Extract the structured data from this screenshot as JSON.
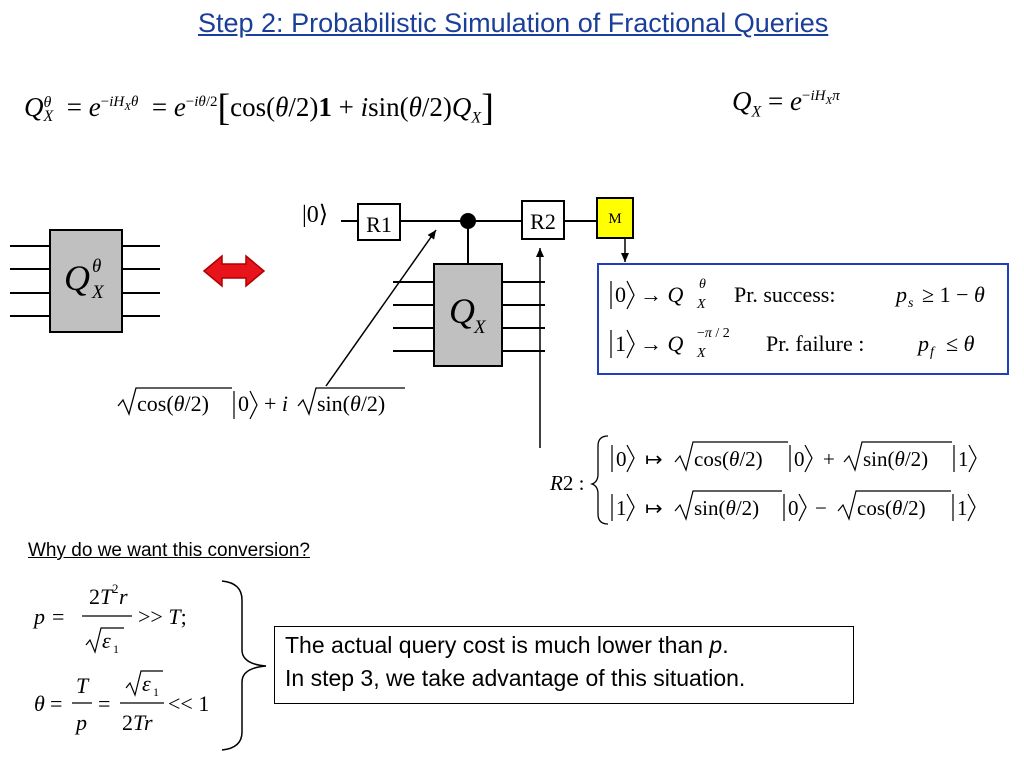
{
  "title": "Step 2: Probabilistic Simulation of Fractional Queries",
  "equations": {
    "fractional_query": "Q_X^θ = e^{−iH_X θ} = e^{−iθ/2}[cos(θ/2)1 + i sin(θ/2)Q_X]",
    "query_operator": "Q_X = e^{−iH_X π}"
  },
  "circuit": {
    "input_ket": "|0⟩",
    "gate_r1": "R1",
    "gate_r2": "R2",
    "gate_measure": "M",
    "oracle_label": "Q_X",
    "left_oracle_label": "Q_X^θ",
    "r1_state": "√cos(θ/2)|0⟩ + i√sin(θ/2)",
    "r2_definition_lhs": "R2 :",
    "r2_row1": "|0⟩ ↦ √cos(θ/2)|0⟩ + √sin(θ/2)|1⟩",
    "r2_row2": "|1⟩ ↦ √sin(θ/2)|0⟩ − √cos(θ/2)|1⟩"
  },
  "outcomes": {
    "success_row": "|0⟩ → Q_X^θ   Pr. success:  p_s ≥ 1 − θ",
    "failure_row": "|1⟩ → Q_X^{−π/2}   Pr. failure :  p_f ≤ θ"
  },
  "why": {
    "heading": "Why do we want this conversion?",
    "p_formula": "p = 2T²r / √ε₁ >> T;",
    "theta_formula": "θ = T/p = √ε₁ / 2Tr << 1"
  },
  "conclusion": {
    "line1_prefix": "The actual query cost is much lower than ",
    "line1_var": "p",
    "line1_suffix": ".",
    "line2": "In step 3, we take advantage of this situation."
  },
  "colors": {
    "title": "#1a3f9a",
    "measure_gate_fill": "#ffff00",
    "oracle_fill": "#c0c0c0",
    "outcome_box_border": "#1f3fbf",
    "double_arrow": "#e8141b"
  }
}
